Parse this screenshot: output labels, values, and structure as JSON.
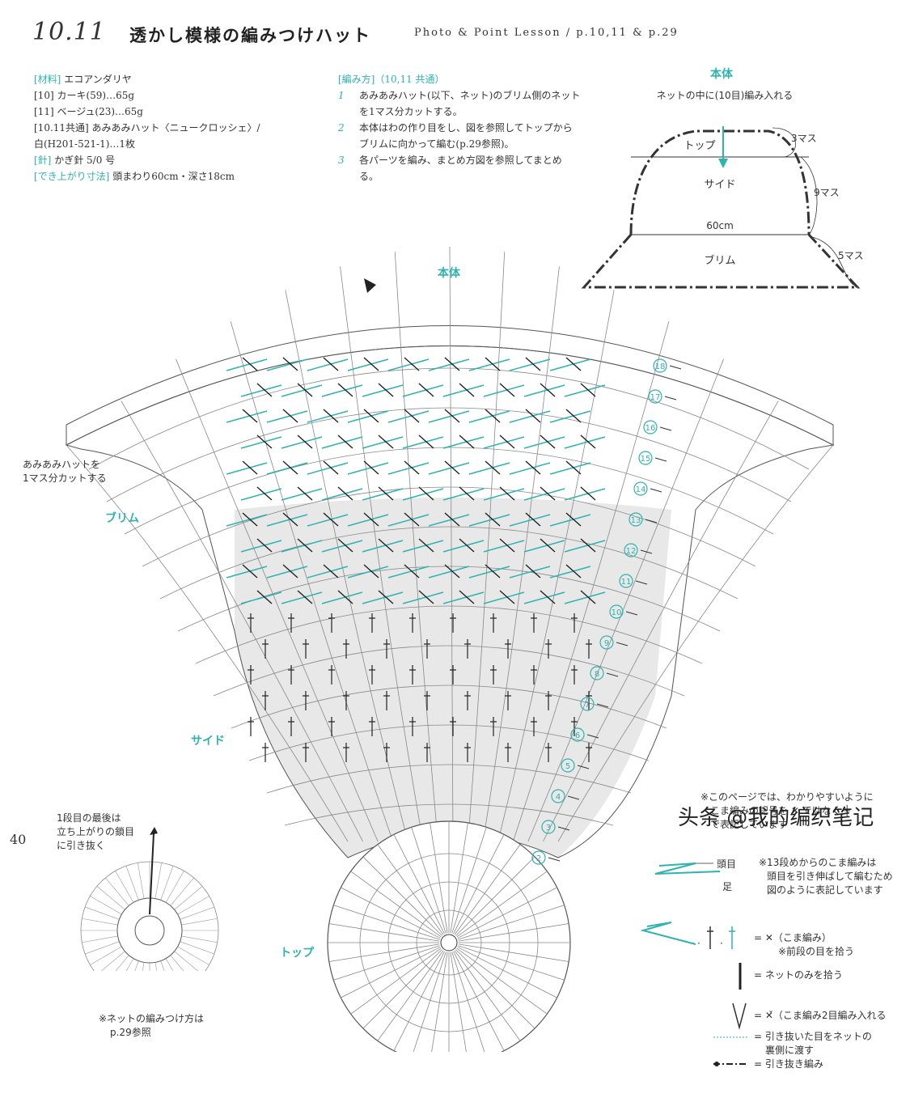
{
  "header": {
    "number": "10.11",
    "title": "透かし模様の編みつけハット",
    "subtitle": "Photo & Point Lesson / p.10,11 & p.29"
  },
  "materials": [
    {
      "tag": "[材料]",
      "text": "エコアンダリヤ"
    },
    {
      "tag": "[10]",
      "text": "カーキ(59)…65g"
    },
    {
      "tag": "[11]",
      "text": "ベージュ(23)…65g"
    },
    {
      "tag": "[10.11共通]",
      "text": "あみあみハット〈ニュークロッシェ〉/"
    },
    {
      "tag": "",
      "text": "白(H201-521-1)…1枚"
    },
    {
      "tag": "[針]",
      "text": "かぎ針 5/0 号"
    },
    {
      "tag": "[でき上がり寸法]",
      "text": "頭まわり60cm・深さ18cm"
    }
  ],
  "howto": {
    "heading": "[編み方]（10,11 共通）",
    "steps": [
      {
        "n": "1",
        "text": "あみあみハット(以下、ネット)のブリム側のネットを1マス分カットする。"
      },
      {
        "n": "2",
        "text": "本体はわの作り目をし、図を参照してトップからブリムに向かって編む(p.29参照)。"
      },
      {
        "n": "3",
        "text": "各パーツを編み、まとめ方図を参照してまとめる。"
      }
    ]
  },
  "hat_diagram": {
    "title": "本体",
    "note": "ネットの中に(10目)編み入れる",
    "top": "トップ",
    "side": "サイド",
    "brim": "ブリム",
    "width": "60cm",
    "m3": "3マス",
    "m9": "9マス",
    "m5": "5マス"
  },
  "chart": {
    "title": "本体",
    "cut_note_1": "あみあみハットを",
    "cut_note_2": "1マス分カットする",
    "brim": "ブリム",
    "side": "サイド",
    "top": "トップ",
    "rows": [
      "18",
      "17",
      "16",
      "15",
      "14",
      "13",
      "12",
      "11",
      "10",
      "9",
      "8",
      "7",
      "6",
      "5",
      "4",
      "3",
      "2"
    ]
  },
  "first_row": {
    "note_1": "1段目の最後は",
    "note_2": "立ち上がりの鎖目",
    "note_3": "に引き抜く",
    "footer_1": "※ネットの編みつけ方は",
    "footer_2": "p.29参照"
  },
  "page_note": {
    "l1": "※このページでは、わかりやすいように",
    "l2": "こま編みの記号を ✕ ではなく ┼",
    "l3": "で表記しています"
  },
  "legend": {
    "head": "頭目",
    "foot": "足",
    "n1": "※13段めからのこま編みは",
    "n2": "頭目を引き伸ばして編むため",
    "n3": "図のように表記しています",
    "sc": "= ✕（こま編み）",
    "sc_note": "※前段の目を拾う",
    "net": "= ネットのみを拾う",
    "inc": "= ✕̌（こま編み2目編み入れる",
    "pull1": "= 引き抜いた目をネットの",
    "pull2": "裏側に渡す",
    "slip": "= 引き抜き編み"
  },
  "page_number": "40",
  "watermark": "头条 @我的编织笔记"
}
